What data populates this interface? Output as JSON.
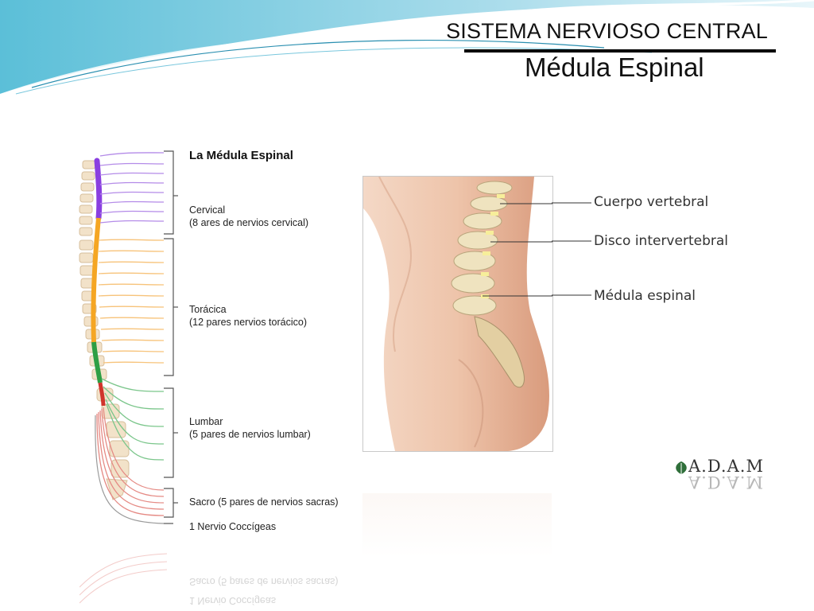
{
  "slide": {
    "title": "SISTEMA NERVIOSO CENTRAL",
    "subtitle": "Médula Espinal"
  },
  "left_diagram": {
    "heading": "La Médula Espinal",
    "cervical": {
      "name": "Cervical",
      "detail": "(8 ares de nervios cervical)"
    },
    "toracica": {
      "name": "Torácica",
      "detail": "(12 pares nervios torácico)"
    },
    "lumbar": {
      "name": "Lumbar",
      "detail": "(5 pares de nervios lumbar)"
    },
    "sacro": "Sacro (5 pares de nervios sacras)",
    "coccigeo": "1 Nervio Coccígeas",
    "colors": {
      "cervical": "#8a3fe0",
      "toracica": "#f5a623",
      "lumbar": "#2e9e44",
      "sacro": "#d0342c"
    }
  },
  "right_diagram": {
    "callouts": [
      "Cuerpo vertebral",
      "Disco intervertebral",
      "Médula espinal"
    ]
  },
  "logo": {
    "text": "A.D.A.M"
  },
  "reflection": {
    "coccigeo": "1 Nervio Coccígeas",
    "sacro": "Sacro (5 pares de nervios sacras)"
  }
}
